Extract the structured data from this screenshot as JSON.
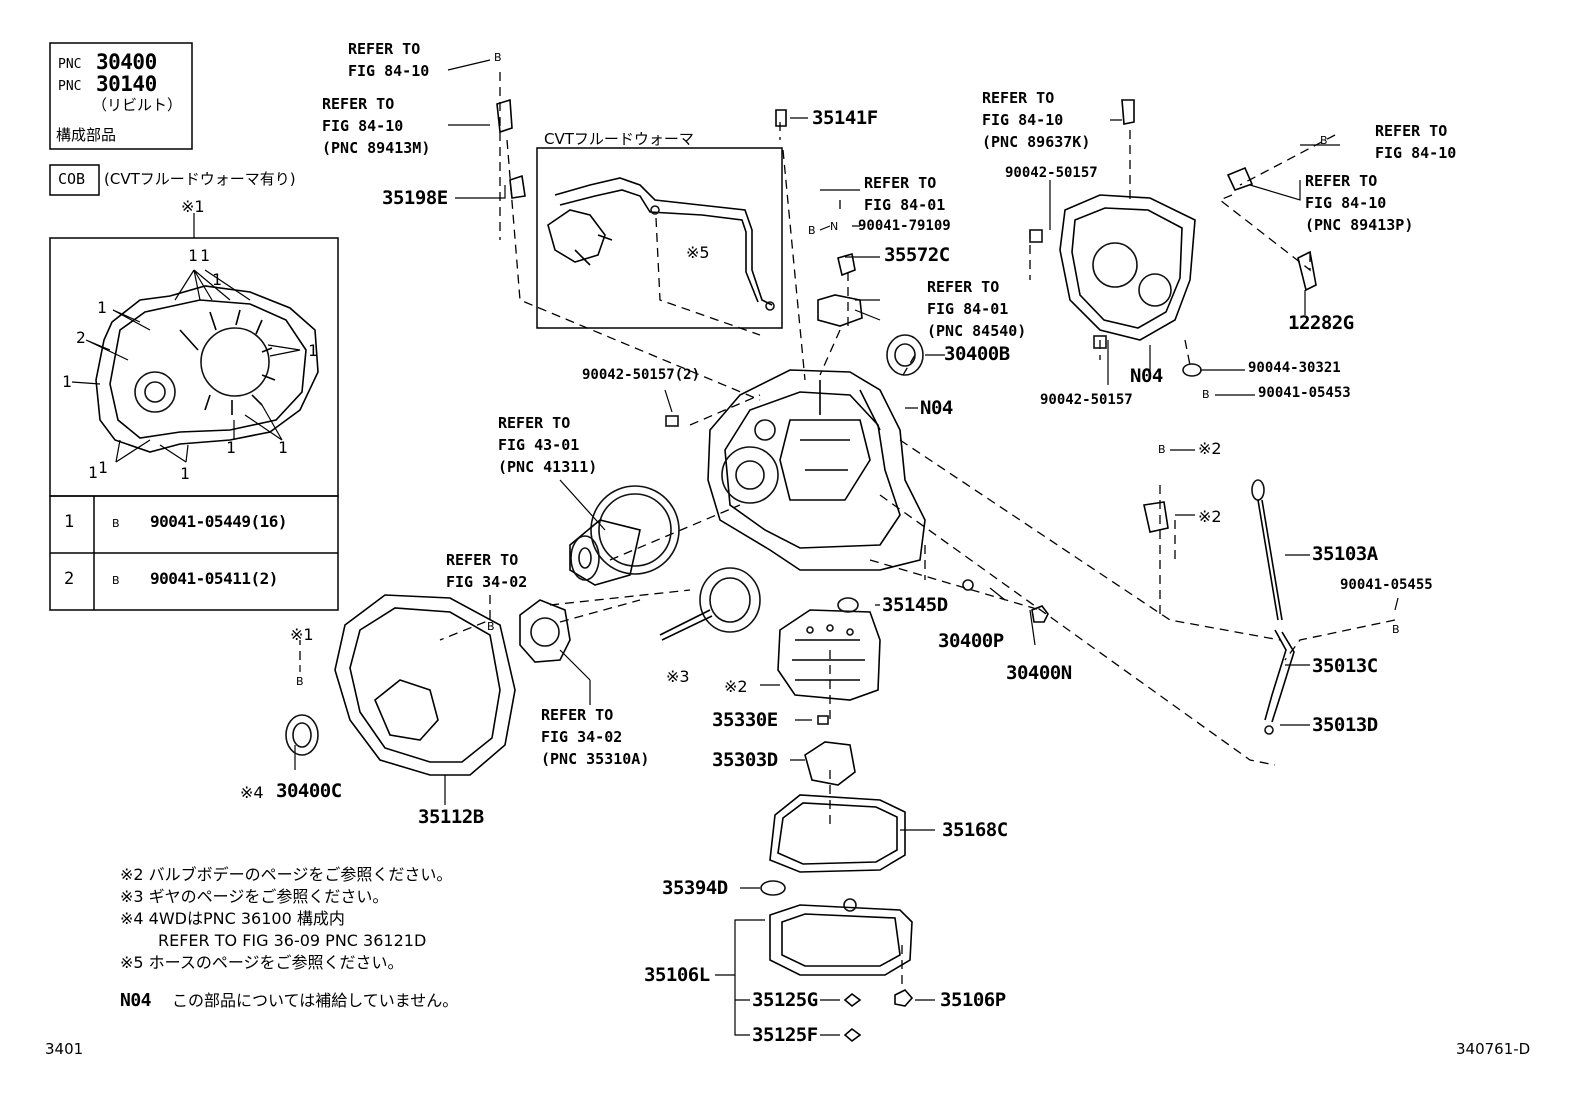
{
  "header_box": {
    "pnc1_prefix": "PNC",
    "pnc1_value": "30400",
    "pnc2_prefix": "PNC",
    "pnc2_value": "30140",
    "rebuilt": "（リビルト）",
    "component": "構成部品"
  },
  "cob": {
    "code": "COB",
    "desc": "(CVTフルードウォーマ有り)"
  },
  "detail": {
    "ref": "※1",
    "legend": [
      {
        "num": "1",
        "mark": "B",
        "part": "90041-05449(16)"
      },
      {
        "num": "2",
        "mark": "B",
        "part": "90041-05411(2)"
      }
    ],
    "callouts": [
      "1",
      "1",
      "1",
      "2",
      "1",
      "1",
      "1",
      "1",
      "1",
      "1",
      "1",
      "1"
    ]
  },
  "warmer_box": {
    "title": "CVTフルードウォーマ",
    "note": "※5"
  },
  "refs": {
    "r1": "REFER TO\nFIG 84-10",
    "r2": "REFER TO\nFIG 84-10\n(PNC 89413M)",
    "r3": "REFER TO\nFIG 84-01",
    "r4": "REFER TO\nFIG 84-01\n(PNC 84540)",
    "r5": "REFER TO\nFIG 84-10\n(PNC 89637K)",
    "r6": "REFER TO\nFIG 84-10",
    "r7": "REFER TO\nFIG 84-10\n(PNC 89413P)",
    "r8": "REFER TO\nFIG 43-01\n(PNC 41311)",
    "r9": "REFER TO\nFIG 34-02",
    "r10": "REFER TO\nFIG 34-02\n(PNC 35310A)"
  },
  "parts": {
    "p35141F": "35141F",
    "p35198E": "35198E",
    "p90041_79109": "90041-79109",
    "p35572C": "35572C",
    "p90042_50157a": "90042-50157",
    "p90042_50157b": "90042-50157",
    "p12282G": "12282G",
    "p30400B": "30400B",
    "p90042_50157_2": "90042-50157(2)",
    "pN04a": "N04",
    "pN04b": "N04",
    "p90044_30321": "90044-30321",
    "p90041_05453": "90041-05453",
    "p35103A": "35103A",
    "p90041_05455": "90041-05455",
    "p35013C": "35013C",
    "p35013D": "35013D",
    "p35145D": "35145D",
    "p30400P": "30400P",
    "p30400N": "30400N",
    "p35330E": "35330E",
    "p35303D": "35303D",
    "p35168C": "35168C",
    "p35394D": "35394D",
    "p35106L": "35106L",
    "p35125G": "35125G",
    "p35106P": "35106P",
    "p35125F": "35125F",
    "p30400C": "30400C",
    "p35112B": "35112B"
  },
  "marks": {
    "x1": "※1",
    "x2a": "※2",
    "x2b": "※2",
    "x2c": "※2",
    "x3": "※3",
    "x4": "※4"
  },
  "notes": [
    "※2 バルブボデーのページをご参照ください。",
    "※3 ギヤのページをご参照ください。",
    "※4 4WDはPNC 36100 構成内",
    "REFER TO FIG 36-09 PNC 36121D",
    "※5 ホースのページをご参照ください。"
  ],
  "n04_note": {
    "code": "N04",
    "text": "この部品については補給していません。"
  },
  "footer": {
    "left": "3401",
    "right": "340761-D"
  }
}
